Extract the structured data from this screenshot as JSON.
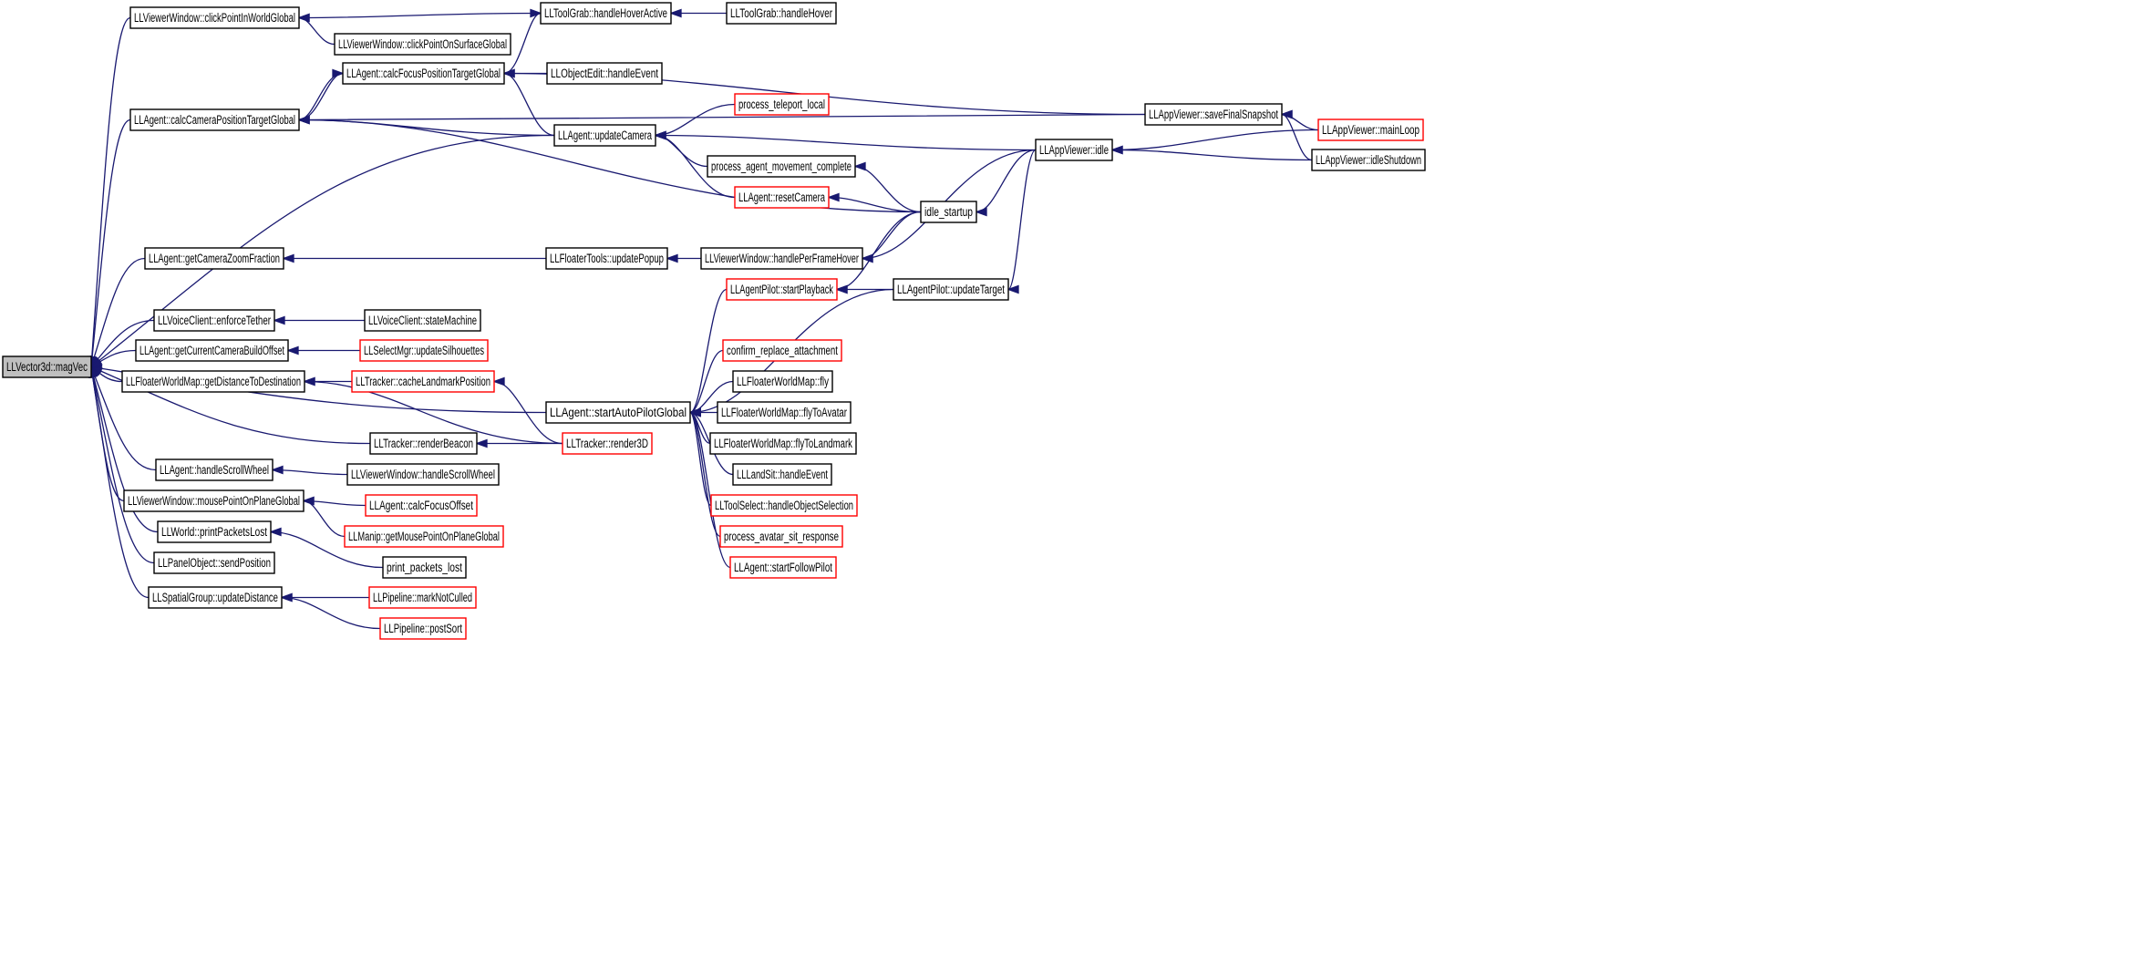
{
  "colors": {
    "edge": "#191970",
    "border_black": "#000000",
    "border_red": "#ff0000",
    "root_fill": "#bfbfbf",
    "node_fill": "#ffffff"
  },
  "nodes": [
    {
      "id": "magvec",
      "label": "LLVector3d::magVec",
      "border": "black",
      "root": true
    },
    {
      "id": "clickpointworld",
      "label": "LLViewerWindow::clickPointInWorldGlobal",
      "border": "black"
    },
    {
      "id": "clickpointsurface",
      "label": "LLViewerWindow::clickPointOnSurfaceGlobal",
      "border": "black"
    },
    {
      "id": "hoveractive",
      "label": "LLToolGrab::handleHoverActive",
      "border": "black"
    },
    {
      "id": "hover",
      "label": "LLToolGrab::handleHover",
      "border": "black"
    },
    {
      "id": "calcfocus",
      "label": "LLAgent::calcFocusPositionTargetGlobal",
      "border": "black"
    },
    {
      "id": "objectedit",
      "label": "LLObjectEdit::handleEvent",
      "border": "black"
    },
    {
      "id": "calccamera",
      "label": "LLAgent::calcCameraPositionTargetGlobal",
      "border": "black"
    },
    {
      "id": "teleport",
      "label": "process_teleport_local",
      "border": "red"
    },
    {
      "id": "updatecamera",
      "label": "LLAgent::updateCamera",
      "border": "black"
    },
    {
      "id": "savesnapshot",
      "label": "LLAppViewer::saveFinalSnapshot",
      "border": "black"
    },
    {
      "id": "mainloop",
      "label": "LLAppViewer::mainLoop",
      "border": "red"
    },
    {
      "id": "movement",
      "label": "process_agent_movement_complete",
      "border": "black"
    },
    {
      "id": "idle",
      "label": "LLAppViewer::idle",
      "border": "black"
    },
    {
      "id": "idleshutdown",
      "label": "LLAppViewer::idleShutdown",
      "border": "black"
    },
    {
      "id": "resetcamera",
      "label": "LLAgent::resetCamera",
      "border": "red"
    },
    {
      "id": "idlestartup",
      "label": "idle_startup",
      "border": "black"
    },
    {
      "id": "zoomfraction",
      "label": "LLAgent::getCameraZoomFraction",
      "border": "black"
    },
    {
      "id": "updatepopup",
      "label": "LLFloaterTools::updatePopup",
      "border": "black"
    },
    {
      "id": "perframehover",
      "label": "LLViewerWindow::handlePerFrameHover",
      "border": "black"
    },
    {
      "id": "startplayback",
      "label": "LLAgentPilot::startPlayback",
      "border": "red"
    },
    {
      "id": "updatetarget",
      "label": "LLAgentPilot::updateTarget",
      "border": "black"
    },
    {
      "id": "enforcetether",
      "label": "LLVoiceClient::enforceTether",
      "border": "black"
    },
    {
      "id": "statemachine",
      "label": "LLVoiceClient::stateMachine",
      "border": "black"
    },
    {
      "id": "buildoffset",
      "label": "LLAgent::getCurrentCameraBuildOffset",
      "border": "black"
    },
    {
      "id": "silhouettes",
      "label": "LLSelectMgr::updateSilhouettes",
      "border": "red"
    },
    {
      "id": "confirmreplace",
      "label": "confirm_replace_attachment",
      "border": "red"
    },
    {
      "id": "distancedest",
      "label": "LLFloaterWorldMap::getDistanceToDestination",
      "border": "black"
    },
    {
      "id": "cachelandmark",
      "label": "LLTracker::cacheLandmarkPosition",
      "border": "red"
    },
    {
      "id": "fly",
      "label": "LLFloaterWorldMap::fly",
      "border": "black"
    },
    {
      "id": "startautopilot",
      "label": "LLAgent::startAutoPilotGlobal",
      "border": "black"
    },
    {
      "id": "flytoavatar",
      "label": "LLFloaterWorldMap::flyToAvatar",
      "border": "black"
    },
    {
      "id": "renderbeacon",
      "label": "LLTracker::renderBeacon",
      "border": "black"
    },
    {
      "id": "render3d",
      "label": "LLTracker::render3D",
      "border": "red"
    },
    {
      "id": "flytolandmark",
      "label": "LLFloaterWorldMap::flyToLandmark",
      "border": "black"
    },
    {
      "id": "scrollwheel",
      "label": "LLAgent::handleScrollWheel",
      "border": "black"
    },
    {
      "id": "vwscrollwheel",
      "label": "LLViewerWindow::handleScrollWheel",
      "border": "black"
    },
    {
      "id": "landsit",
      "label": "LLLandSit::handleEvent",
      "border": "black"
    },
    {
      "id": "mouseplane",
      "label": "LLViewerWindow::mousePointOnPlaneGlobal",
      "border": "black"
    },
    {
      "id": "focusoffset",
      "label": "LLAgent::calcFocusOffset",
      "border": "red"
    },
    {
      "id": "objectselection",
      "label": "LLToolSelect::handleObjectSelection",
      "border": "red"
    },
    {
      "id": "printpackets",
      "label": "LLWorld::printPacketsLost",
      "border": "black"
    },
    {
      "id": "manipmouse",
      "label": "LLManip::getMousePointOnPlaneGlobal",
      "border": "red"
    },
    {
      "id": "sitresponse",
      "label": "process_avatar_sit_response",
      "border": "red"
    },
    {
      "id": "sendposition",
      "label": "LLPanelObject::sendPosition",
      "border": "black"
    },
    {
      "id": "packetslost",
      "label": "print_packets_lost",
      "border": "black"
    },
    {
      "id": "followpilot",
      "label": "LLAgent::startFollowPilot",
      "border": "red"
    },
    {
      "id": "updatedistance",
      "label": "LLSpatialGroup::updateDistance",
      "border": "black"
    },
    {
      "id": "marknotculled",
      "label": "LLPipeline::markNotCulled",
      "border": "red"
    },
    {
      "id": "postsort",
      "label": "LLPipeline::postSort",
      "border": "red"
    }
  ],
  "edges": [
    {
      "from": "clickpointworld",
      "to": "magvec"
    },
    {
      "from": "calccamera",
      "to": "magvec"
    },
    {
      "from": "updatecamera",
      "to": "magvec"
    },
    {
      "from": "zoomfraction",
      "to": "magvec"
    },
    {
      "from": "startautopilot",
      "to": "magvec"
    },
    {
      "from": "enforcetether",
      "to": "magvec"
    },
    {
      "from": "buildoffset",
      "to": "magvec"
    },
    {
      "from": "distancedest",
      "to": "magvec"
    },
    {
      "from": "renderbeacon",
      "to": "magvec"
    },
    {
      "from": "scrollwheel",
      "to": "magvec"
    },
    {
      "from": "mouseplane",
      "to": "magvec"
    },
    {
      "from": "printpackets",
      "to": "magvec"
    },
    {
      "from": "sendposition",
      "to": "magvec"
    },
    {
      "from": "updatedistance",
      "to": "magvec"
    },
    {
      "from": "clickpointsurface",
      "to": "clickpointworld"
    },
    {
      "from": "hoveractive",
      "to": "clickpointworld"
    },
    {
      "from": "hover",
      "to": "hoveractive"
    },
    {
      "from": "calcfocus",
      "to": "hoveractive"
    },
    {
      "from": "objectedit",
      "to": "calcfocus"
    },
    {
      "from": "savesnapshot",
      "to": "calcfocus"
    },
    {
      "from": "updatecamera",
      "to": "calcfocus"
    },
    {
      "from": "calccamera",
      "to": "calcfocus"
    },
    {
      "from": "calcfocus",
      "to": "calccamera"
    },
    {
      "from": "savesnapshot",
      "to": "calccamera"
    },
    {
      "from": "updatecamera",
      "to": "calccamera"
    },
    {
      "from": "idlestartup",
      "to": "calccamera"
    },
    {
      "from": "teleport",
      "to": "updatecamera"
    },
    {
      "from": "movement",
      "to": "updatecamera"
    },
    {
      "from": "resetcamera",
      "to": "updatecamera"
    },
    {
      "from": "idle",
      "to": "updatecamera"
    },
    {
      "from": "idlestartup",
      "to": "movement"
    },
    {
      "from": "idlestartup",
      "to": "resetcamera"
    },
    {
      "from": "idle",
      "to": "idlestartup"
    },
    {
      "from": "mainloop",
      "to": "idle"
    },
    {
      "from": "idleshutdown",
      "to": "idle"
    },
    {
      "from": "mainloop",
      "to": "savesnapshot"
    },
    {
      "from": "idleshutdown",
      "to": "savesnapshot"
    },
    {
      "from": "updatepopup",
      "to": "zoomfraction"
    },
    {
      "from": "perframehover",
      "to": "updatepopup"
    },
    {
      "from": "idle",
      "to": "perframehover"
    },
    {
      "from": "idlestartup",
      "to": "perframehover"
    },
    {
      "from": "updatetarget",
      "to": "startplayback"
    },
    {
      "from": "idlestartup",
      "to": "startplayback"
    },
    {
      "from": "idle",
      "to": "updatetarget"
    },
    {
      "from": "statemachine",
      "to": "enforcetether"
    },
    {
      "from": "silhouettes",
      "to": "buildoffset"
    },
    {
      "from": "cachelandmark",
      "to": "distancedest"
    },
    {
      "from": "render3d",
      "to": "distancedest"
    },
    {
      "from": "render3d",
      "to": "cachelandmark"
    },
    {
      "from": "render3d",
      "to": "renderbeacon"
    },
    {
      "from": "startplayback",
      "to": "startautopilot"
    },
    {
      "from": "updatetarget",
      "to": "startautopilot"
    },
    {
      "from": "confirmreplace",
      "to": "startautopilot"
    },
    {
      "from": "fly",
      "to": "startautopilot"
    },
    {
      "from": "flytoavatar",
      "to": "startautopilot"
    },
    {
      "from": "flytolandmark",
      "to": "startautopilot"
    },
    {
      "from": "landsit",
      "to": "startautopilot"
    },
    {
      "from": "objectselection",
      "to": "startautopilot"
    },
    {
      "from": "sitresponse",
      "to": "startautopilot"
    },
    {
      "from": "followpilot",
      "to": "startautopilot"
    },
    {
      "from": "vwscrollwheel",
      "to": "scrollwheel"
    },
    {
      "from": "focusoffset",
      "to": "mouseplane"
    },
    {
      "from": "manipmouse",
      "to": "mouseplane"
    },
    {
      "from": "packetslost",
      "to": "printpackets"
    },
    {
      "from": "marknotculled",
      "to": "updatedistance"
    },
    {
      "from": "postsort",
      "to": "updatedistance"
    }
  ]
}
